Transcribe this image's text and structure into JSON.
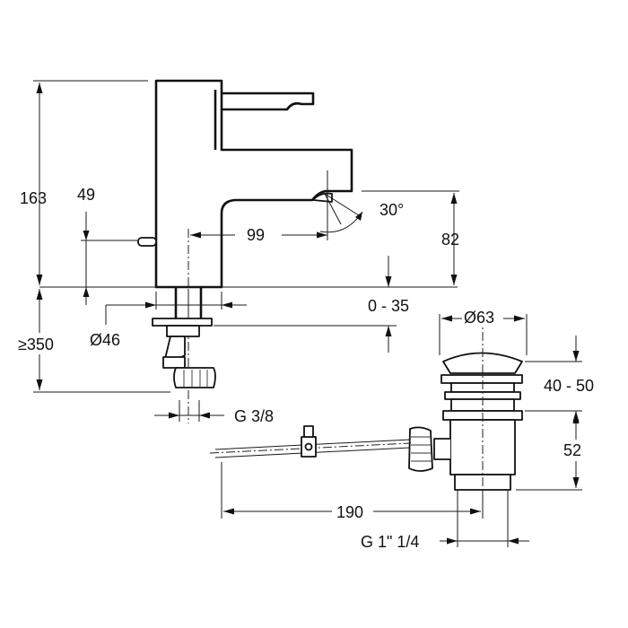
{
  "dimensions": {
    "overall_height": "163",
    "lever_height": "49",
    "projection": "99",
    "spout_height": "82",
    "swivel_angle": "30°",
    "deck_range": "0 - 35",
    "base_diameter": "Ø46",
    "hose_length": "≥350",
    "inlet_thread": "G 3/8",
    "waste_diameter": "Ø63",
    "waste_range": "40 - 50",
    "waste_height": "52",
    "rod_length": "190",
    "waste_thread": "G 1\" 1/4"
  }
}
